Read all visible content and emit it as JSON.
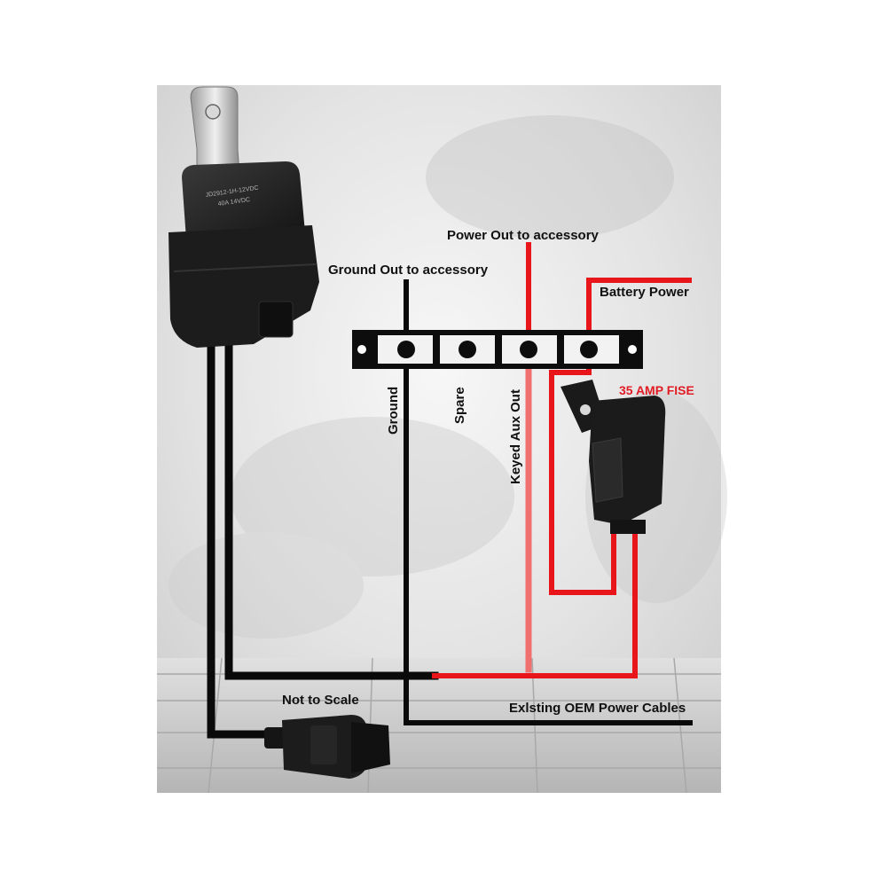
{
  "labels": {
    "power_out": "Power Out to accessory",
    "ground_out": "Ground Out to accessory",
    "battery_power": "Battery Power",
    "fuse": "35 AMP FISE",
    "ground": "Ground",
    "spare": "Spare",
    "keyed_aux_out": "Keyed Aux Out",
    "not_to_scale": "Not to Scale",
    "existing_oem": "Exlsting OEM Power Cables"
  },
  "relay_text": {
    "line1": "JD2912-1H-12VDC",
    "line2": "40A 14VDC"
  },
  "colors": {
    "wire_black": "#0a0a0a",
    "wire_red": "#e8161b",
    "wire_red_faded": "#f07070",
    "fuse_label": "#e01b24",
    "background_top": "#f2f2f2",
    "floor": "#c9c9c9"
  },
  "icons": {
    "relay": "relay-icon",
    "fuse_holder": "fuse-holder-icon",
    "connector": "wire-connector-icon",
    "terminal_block": "terminal-block-icon"
  }
}
